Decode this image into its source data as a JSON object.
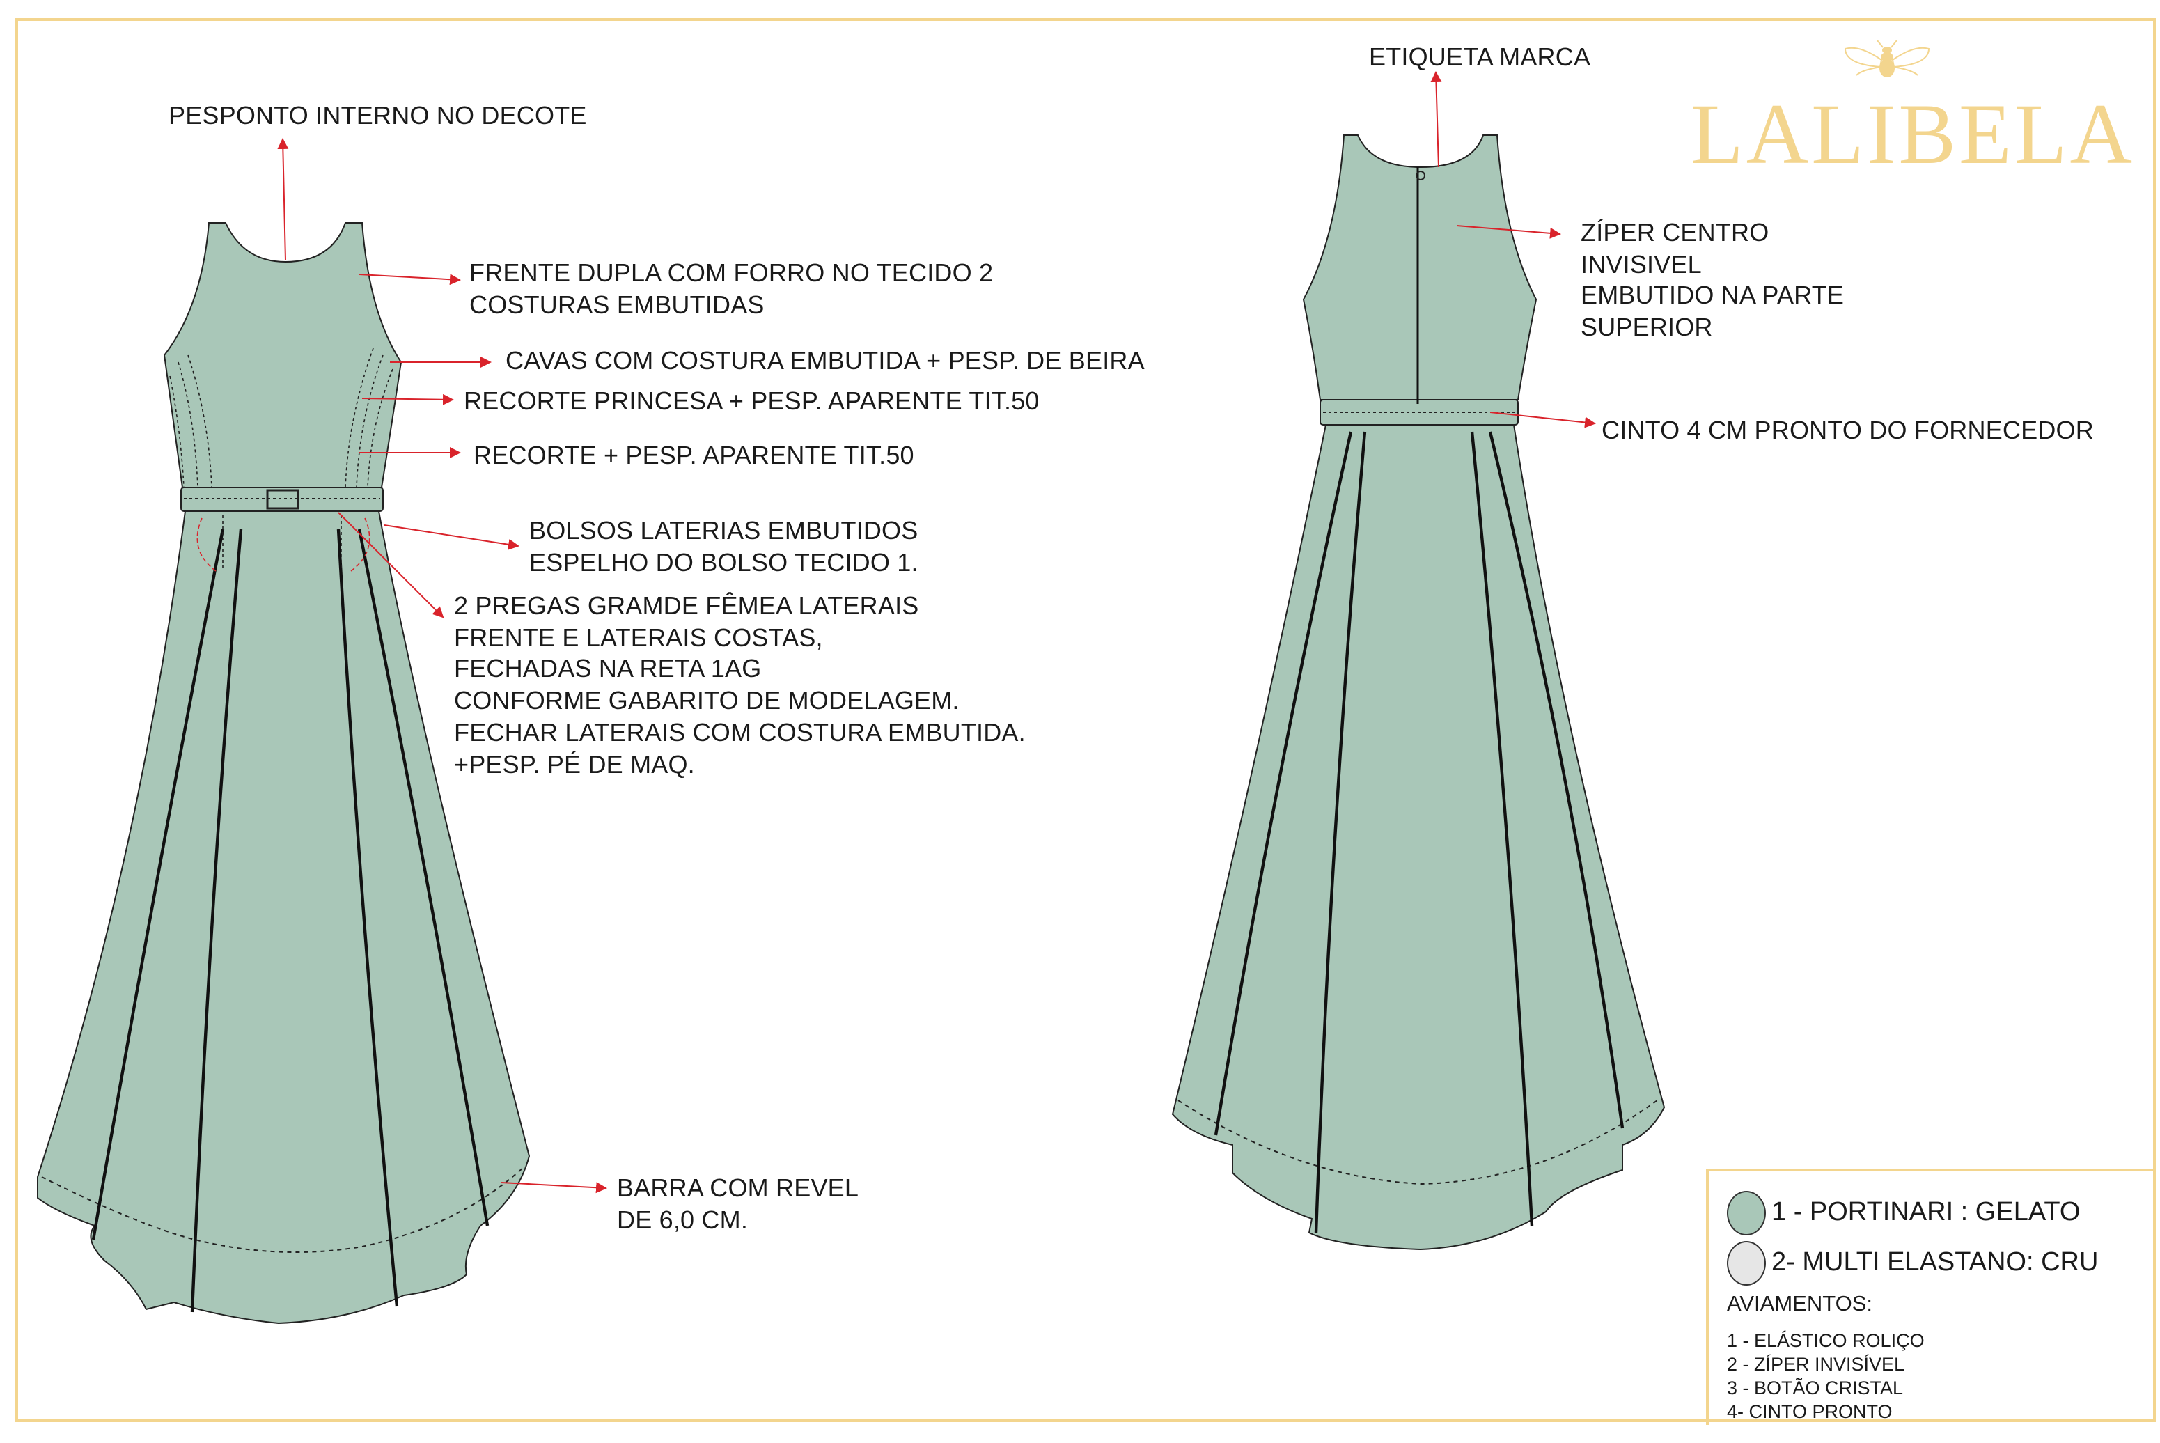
{
  "brand": {
    "name": "LALIBELA",
    "emblem": "bee-icon",
    "color": "#f3d58e"
  },
  "fabric_color": "#a9c7b8",
  "accent_color": "#d9232b",
  "front_notes": {
    "neckline": [
      "PESPONTO INTERNO NO DECOTE"
    ],
    "front": [
      "FRENTE DUPLA COM FORRO NO TECIDO 2",
      "COSTURAS EMBUTIDAS"
    ],
    "armholes": [
      "CAVAS COM COSTURA EMBUTIDA + PESP. DE BEIRA"
    ],
    "princess": [
      "RECORTE PRINCESA + PESP. APARENTE TIT.50"
    ],
    "side_seam": [
      "RECORTE + PESP. APARENTE TIT.50"
    ],
    "pockets": [
      "BOLSOS LATERIAS EMBUTIDOS",
      "ESPELHO DO BOLSO TECIDO 1."
    ],
    "pleats": [
      "2 PREGAS GRAMDE FÊMEA LATERAIS",
      "FRENTE E LATERAIS COSTAS,",
      "FECHADAS NA RETA 1AG",
      "CONFORME GABARITO DE MODELAGEM.",
      "FECHAR LATERAIS COM COSTURA EMBUTIDA.",
      "+PESP. PÉ DE MAQ."
    ],
    "hem": [
      "BARRA COM REVEL",
      "DE 6,0 CM."
    ]
  },
  "back_notes": {
    "label": [
      "ETIQUETA MARCA"
    ],
    "zipper": [
      "ZÍPER CENTRO",
      "INVISIVEL",
      "EMBUTIDO NA PARTE",
      "SUPERIOR"
    ],
    "belt": [
      "CINTO 4 CM PRONTO DO FORNECEDOR"
    ]
  },
  "legend": {
    "fabrics": [
      {
        "label": "1 - PORTINARI : GELATO",
        "color": "#a9c7b8"
      },
      {
        "label": "2- MULTI ELASTANO: CRU",
        "color": "#e6e6e6"
      }
    ],
    "trims_title": "AVIAMENTOS:",
    "trims": [
      "1 - ELÁSTICO ROLIÇO",
      "2 - ZÍPER INVISÍVEL",
      "3 - BOTÃO CRISTAL",
      "4- CINTO PRONTO"
    ]
  }
}
